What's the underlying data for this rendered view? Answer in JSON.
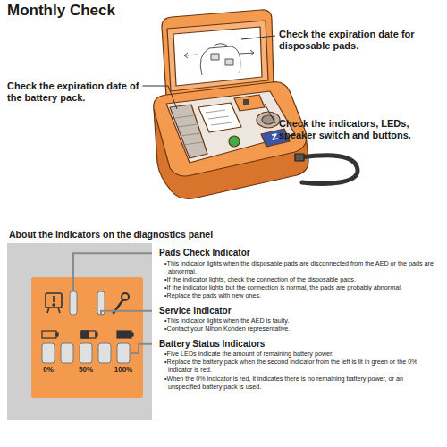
{
  "diagram": {
    "title": "Monthly Check",
    "nodes": [
      {
        "text": [
          "About the indicators on the diagnostics panel"
        ]
      },
      {
        "text": [
          "0%",
          "50%",
          "100%"
        ],
        "in": 0
      },
      {
        "text": [
          "Pads Check Indicator",
          "•This indicator lights when the disposable pads are disconnected from the AED or the pads are abnormal.",
          "•If the indicator lights, check the connection of the disposable pads.",
          "•If the indicator lights but the connection is normal, the pads are probably abnormal.",
          "•Replace the pads with new ones.",
          "Service Indicator",
          "•This indicator lights when the AED is faulty.",
          "•Contact your Nihon Kohden representative.",
          "Battery Status Indicators",
          "•Five LEDs indicate the amount of remaining battery power.",
          "•Replace the battery pack when the second indicator from the left is lit in green or the 0% indicator is red.",
          "•When the 0% indicator is red, it indicates there is no remaining battery power, or an unspecified battery pack is used."
        ],
        "in": 0
      }
    ],
    "labels": [
      "Check the expiration date for disposable pads.",
      "Check the expiration date of the battery pack.",
      "Check the indicators, LEDs, speaker switch and buttons."
    ]
  }
}
